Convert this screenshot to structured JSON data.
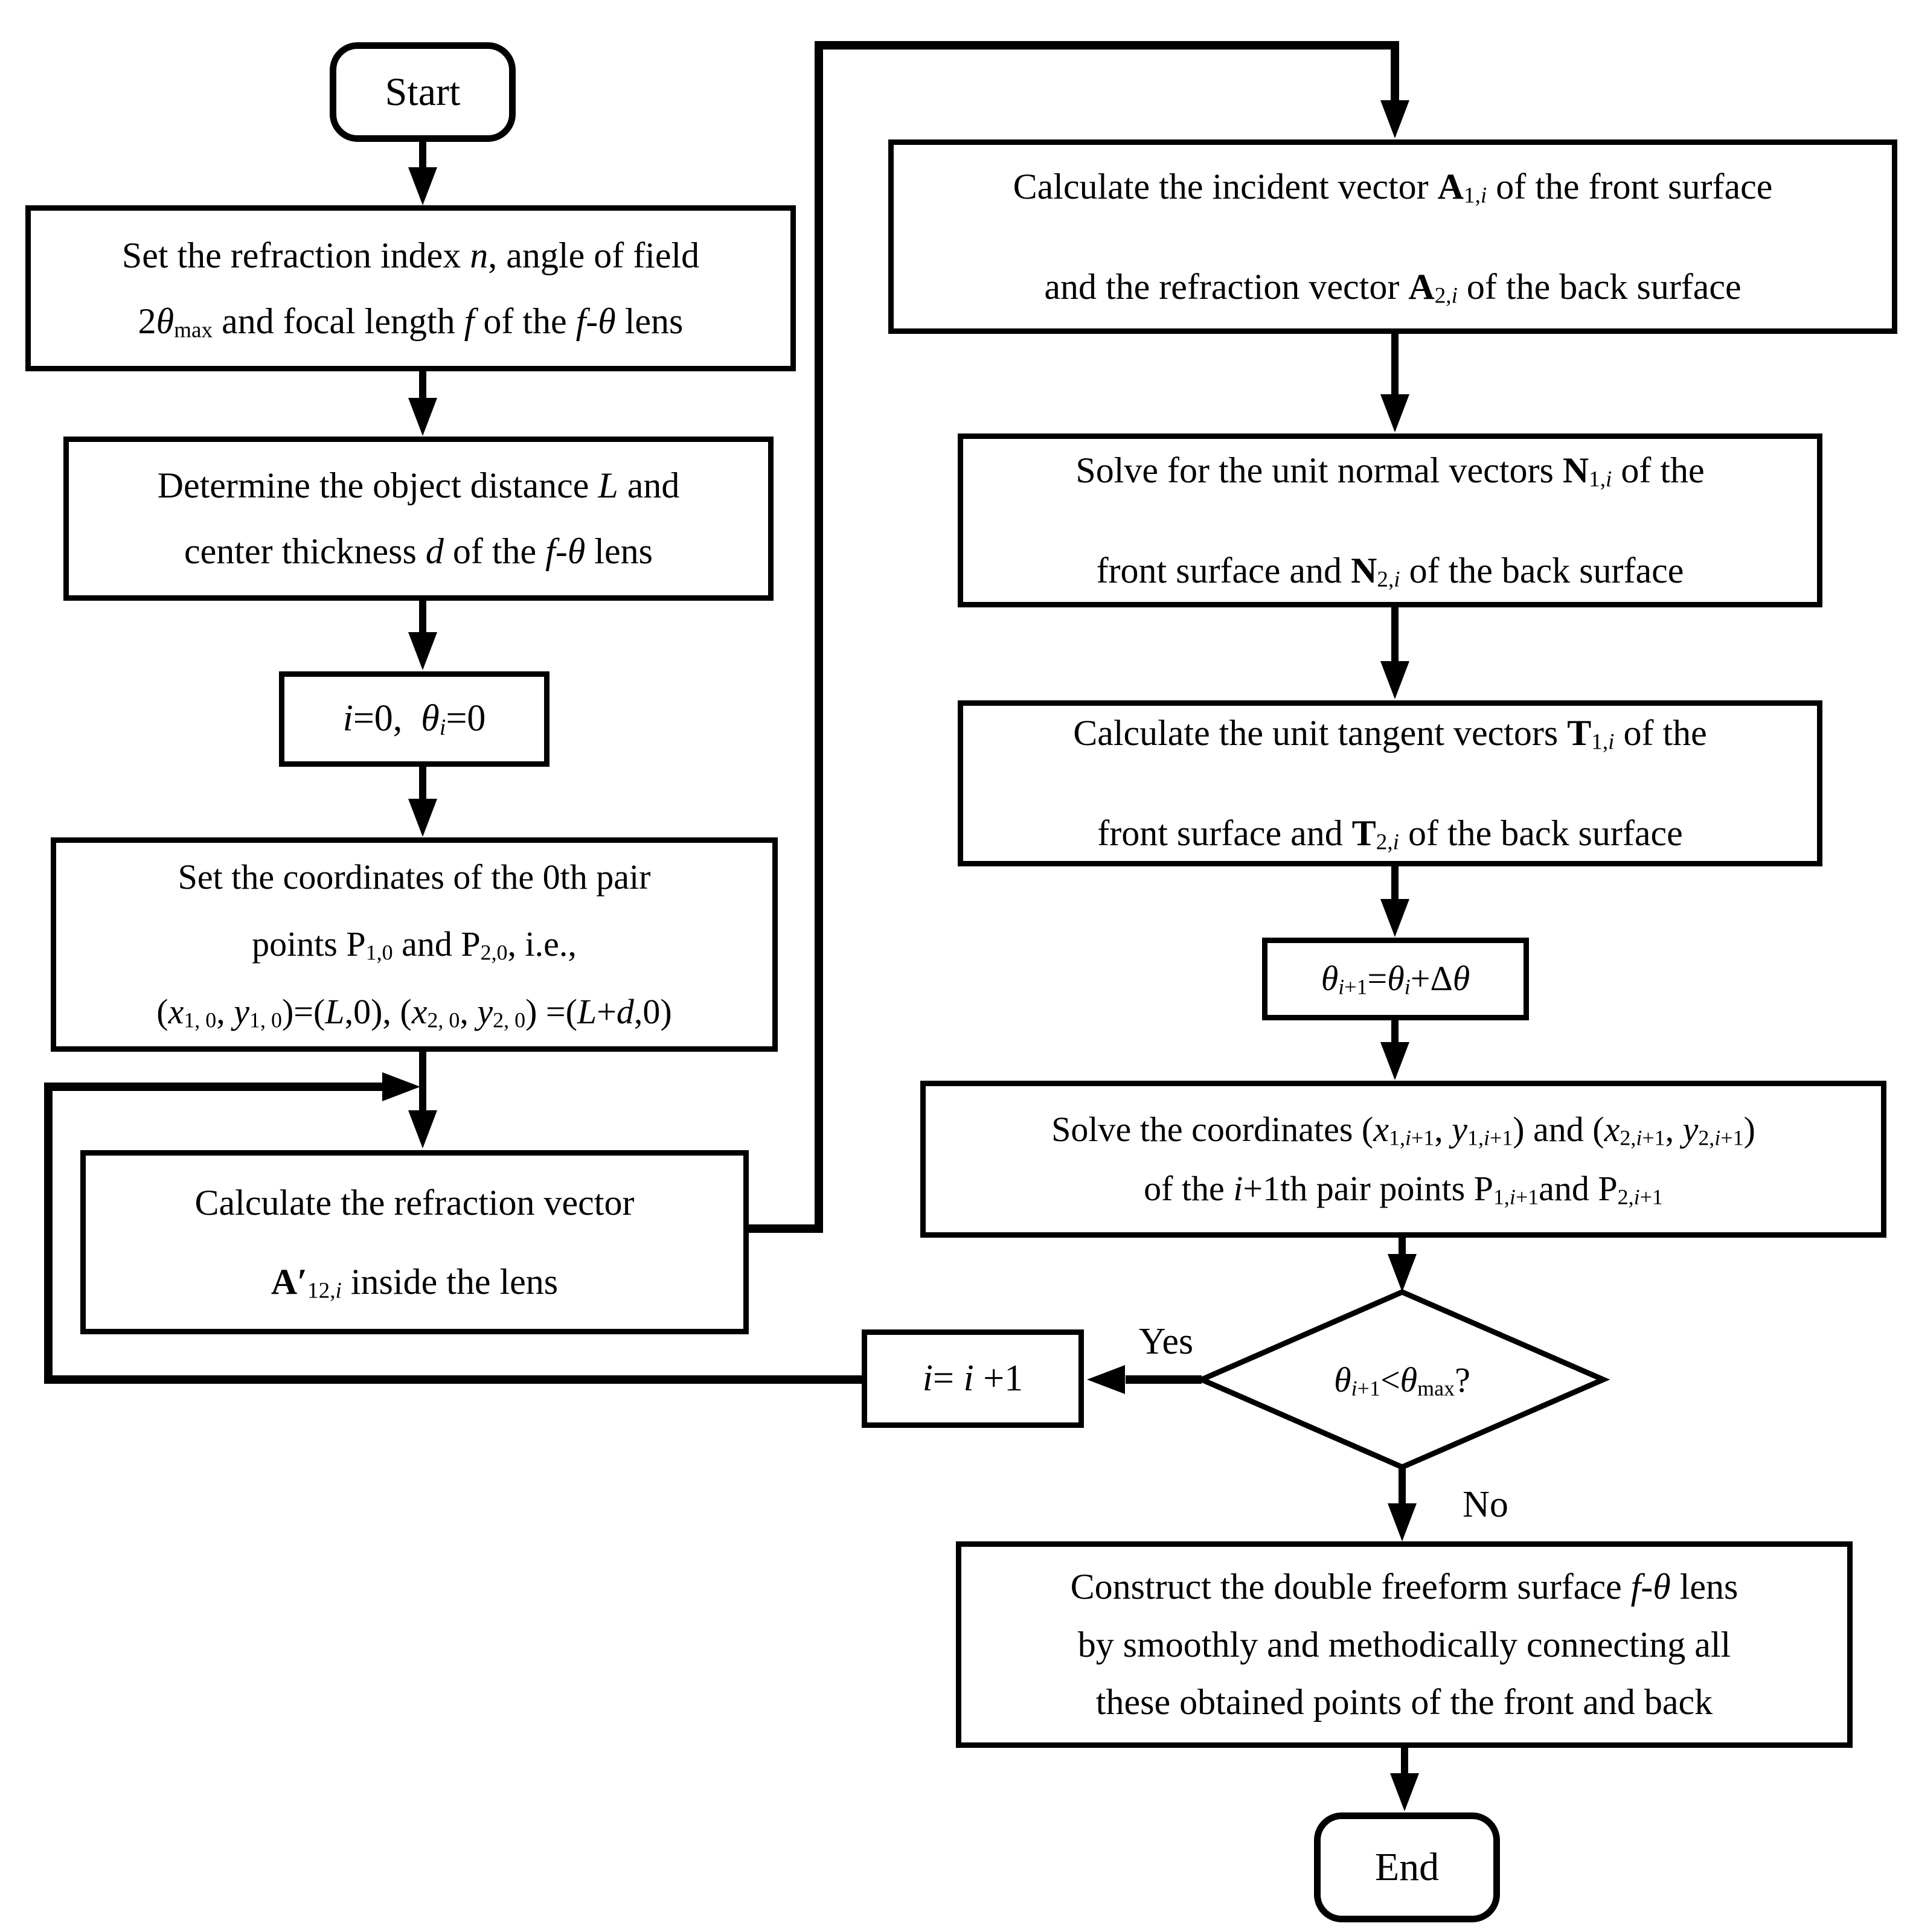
{
  "figure": {
    "background_color": "#ffffff",
    "ink_color": "#000000"
  },
  "nodes": {
    "start": {
      "type": "terminator",
      "label": "Start"
    },
    "set_params": {
      "type": "process",
      "lines": [
        "Set the refraction index <i>n</i>, angle of field",
        "2<i>θ</i><sub>max</sub> and focal length <i>f</i> of the <i>f</i>-<i>θ</i> lens"
      ]
    },
    "determine": {
      "type": "process",
      "lines": [
        "Determine the object distance <i>L</i> and",
        "center thickness <i>d</i> of the <i>f</i>-<i>θ</i> lens"
      ]
    },
    "init_counters": {
      "type": "process",
      "lines": [
        "<i>i</i>=0,&nbsp; <i>θ</i><sub><i>i</i></sub>=0"
      ]
    },
    "set_initial_coords": {
      "type": "process",
      "lines": [
        "Set the coordinates of the 0th pair",
        "points P<sub>1,0</sub> and P<sub>2,0</sub>, i.e.,",
        "(<i>x</i><sub>1, 0</sub>, <i>y</i><sub>1, 0</sub>)=(<i>L</i>,0), (<i>x</i><sub>2, 0</sub>, <i>y</i><sub>2, 0</sub>) =(<i>L</i>+<i>d</i>,0)"
      ]
    },
    "refraction_vector": {
      "type": "process",
      "lines": [
        "Calculate the refraction vector",
        "<b>A′</b><sub>12,<i>i</i></sub> inside the lens"
      ]
    },
    "incident_refraction_vectors": {
      "type": "process",
      "lines": [
        "Calculate the incident vector <b>A</b><sub>1,<i>i</i></sub> of the front surface",
        "and the refraction vector <b>A</b><sub>2,<i>i</i></sub> of the back surface"
      ]
    },
    "unit_normal_vectors": {
      "type": "process",
      "lines": [
        "Solve for the unit normal vectors <b>N</b><sub>1,<i>i</i></sub> of the",
        "front surface and <b>N</b><sub>2,<i>i</i></sub> of the back surface"
      ]
    },
    "unit_tangent_vectors": {
      "type": "process",
      "lines": [
        "Calculate the unit tangent vectors <b>T</b><sub>1,<i>i</i></sub> of the",
        "front surface and <b>T</b><sub>2,<i>i</i></sub> of the back surface"
      ]
    },
    "theta_increment": {
      "type": "process",
      "lines": [
        "<i>θ</i><sub><i>i</i>+1</sub>=<i>θ</i><sub><i>i</i></sub>+Δ<i>θ</i>"
      ]
    },
    "solve_next_coords": {
      "type": "process",
      "lines": [
        "Solve the coordinates (<i>x</i><sub>1,<i>i</i>+1</sub>, <i>y</i><sub>1,<i>i</i>+1</sub>) and (<i>x</i><sub>2,<i>i</i>+1</sub>, <i>y</i><sub>2,<i>i</i>+1</sub>)",
        "of the <i>i</i>+1th pair points P<sub>1,<i>i</i>+1</sub>and P<sub>2,<i>i</i>+1</sub>"
      ]
    },
    "decision_theta": {
      "type": "decision",
      "label_html": "<i>θ</i><sub><i>i</i>+1</sub>&lt;<i>θ</i><sub>max</sub>?"
    },
    "increment_i": {
      "type": "process",
      "lines": [
        "<i>i</i>= <i>i</i> +1"
      ]
    },
    "construct_lens": {
      "type": "process",
      "lines": [
        "Construct the double freeform surface <i>f</i>-<i>θ</i> lens",
        "by smoothly and methodically connecting all",
        "these obtained points of the front and back"
      ]
    },
    "end": {
      "type": "terminator",
      "label": "End"
    }
  },
  "edges": {
    "yes_label": "Yes",
    "no_label": "No"
  }
}
